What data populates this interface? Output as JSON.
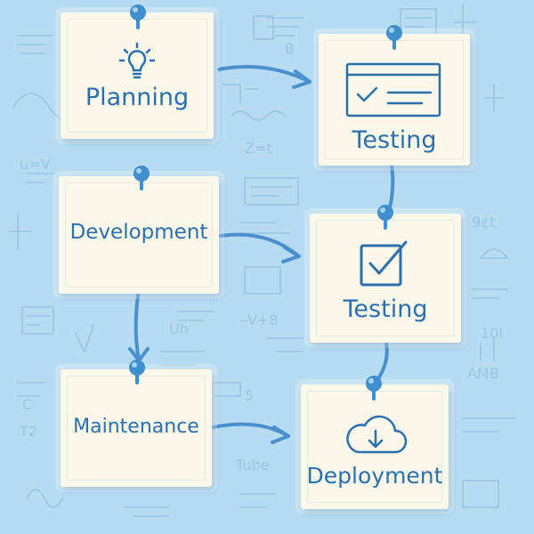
{
  "steps": [
    {
      "label": "Planning",
      "icon": "lightbulb-icon"
    },
    {
      "label": "Testing",
      "icon": "browser-checklist-icon"
    },
    {
      "label": "Development",
      "icon": ""
    },
    {
      "label": "Testing",
      "icon": "checkbox-icon"
    },
    {
      "label": "Maintenance",
      "icon": ""
    },
    {
      "label": "Deployment",
      "icon": "cloud-download-icon"
    }
  ],
  "flow": [
    {
      "from": "Planning",
      "to": "Testing"
    },
    {
      "from": "Testing",
      "to": "Testing"
    },
    {
      "from": "Development",
      "to": "Testing"
    },
    {
      "from": "Development",
      "to": "Maintenance"
    },
    {
      "from": "Testing",
      "to": "Deployment"
    },
    {
      "from": "Maintenance",
      "to": "Deployment"
    }
  ],
  "background_scribbles": [
    "Z=t",
    "9¢t",
    "AMB",
    "Tube",
    "B",
    "u=V",
    "T2",
    "–V+8",
    "10l",
    "5",
    "C",
    "Uh"
  ],
  "colors": {
    "background": "#b7dcf2",
    "card": "#fbf8ea",
    "accent": "#2b6fae",
    "arrow": "#4a90cf",
    "pin": "#3f8fcf"
  }
}
